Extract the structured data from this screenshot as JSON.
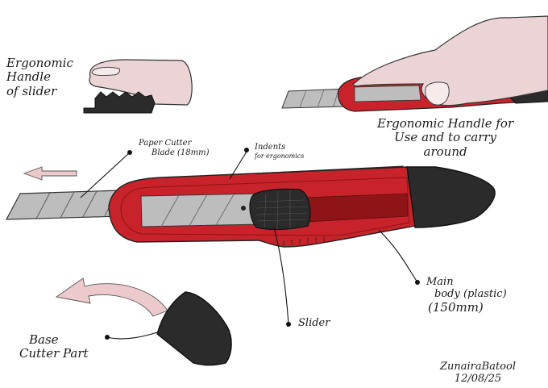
{
  "labels": {
    "ergonomic_slider": [
      "Ergonomic",
      "Handle",
      "of slider"
    ],
    "ergonomic_handle": [
      "Ergonomic Handle for",
      "Use and to carry",
      "around"
    ],
    "blade": [
      "Paper Cutter",
      "Blade (18mm)"
    ],
    "indents": [
      "Indents",
      "for ergonomics"
    ],
    "main_body": [
      "Main",
      "body (plastic)",
      "(150mm)"
    ],
    "slider": "Slider",
    "base": [
      "Base",
      "Cutter Part"
    ],
    "signature": [
      "ZunairaBatool",
      "12/08/25"
    ]
  },
  "colors": {
    "body_red": "#c8232a",
    "body_dark_red": "#8f1418",
    "cap_black": "#2b2b2b",
    "blade_grey": "#bdbdbd",
    "skin": "#ecd4d6",
    "arrow_pink": "#ecc9cb"
  }
}
